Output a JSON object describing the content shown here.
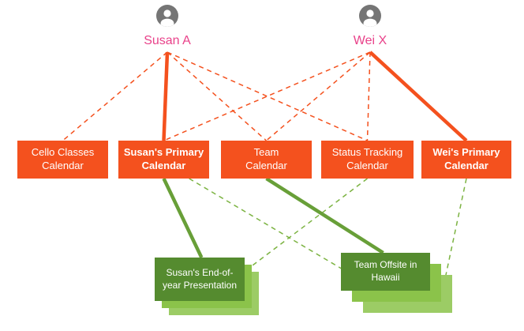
{
  "diagram": {
    "users": [
      {
        "id": "susan",
        "name": "Susan A",
        "icon": "person-circle-icon"
      },
      {
        "id": "wei",
        "name": "Wei X",
        "icon": "person-circle-icon"
      }
    ],
    "calendars": [
      {
        "id": "cal-cello",
        "label": "Cello Classes Calendar",
        "emphasis": false
      },
      {
        "id": "cal-susan",
        "label": "Susan's Primary Calendar",
        "emphasis": true
      },
      {
        "id": "cal-team",
        "label": "Team Calendar",
        "emphasis": false
      },
      {
        "id": "cal-status",
        "label": "Status Tracking Calendar",
        "emphasis": false
      },
      {
        "id": "cal-wei",
        "label": "Wei's Primary Calendar",
        "emphasis": true
      }
    ],
    "events": [
      {
        "id": "ev-presentation",
        "label": "Susan's End-of-year Presentation",
        "stacked_copies": 2
      },
      {
        "id": "ev-offsite",
        "label": "Team Offsite in Hawaii",
        "stacked_copies": 2
      }
    ],
    "edges": [
      {
        "from": "susan",
        "to": "cal-cello",
        "color": "orange",
        "style": "dashed"
      },
      {
        "from": "susan",
        "to": "cal-team",
        "color": "orange",
        "style": "dashed"
      },
      {
        "from": "susan",
        "to": "cal-status",
        "color": "orange",
        "style": "dashed"
      },
      {
        "from": "wei",
        "to": "cal-susan",
        "color": "orange",
        "style": "dashed"
      },
      {
        "from": "wei",
        "to": "cal-team",
        "color": "orange",
        "style": "dashed"
      },
      {
        "from": "wei",
        "to": "cal-status",
        "color": "orange",
        "style": "dashed"
      },
      {
        "from": "susan",
        "to": "cal-susan",
        "color": "orange",
        "style": "solid"
      },
      {
        "from": "wei",
        "to": "cal-wei",
        "color": "orange",
        "style": "solid"
      },
      {
        "from": "cal-susan",
        "to": "ev-offsite",
        "color": "green",
        "style": "dashed",
        "fx": 0.78,
        "tx": 0.02,
        "ty": 0.28
      },
      {
        "from": "cal-status",
        "to": "ev-presentation",
        "color": "green",
        "style": "dashed",
        "tx": 0.82,
        "ty": 0.3
      },
      {
        "from": "cal-wei",
        "to": "ev-offsite",
        "color": "green",
        "style": "dashed",
        "tx": 0.88,
        "ty": 0.92
      },
      {
        "from": "cal-susan",
        "to": "ev-presentation",
        "color": "green",
        "style": "solid",
        "tx": 0.45
      },
      {
        "from": "cal-team",
        "to": "ev-offsite",
        "color": "green",
        "style": "solid",
        "tx": 0.38
      }
    ],
    "colors": {
      "orange": "#F4511E",
      "green_solid": "#689F38",
      "green_dashed": "#7CB342",
      "pink": "#E9428A",
      "event_main": "#558B2F",
      "event_copy1": "#8BC34A",
      "event_copy2": "#9CCC65",
      "avatar_gray": "#757575"
    }
  }
}
